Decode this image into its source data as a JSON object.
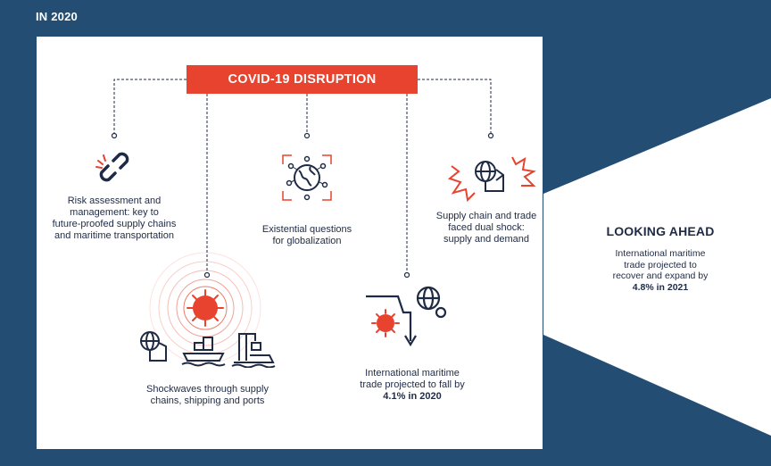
{
  "header": {
    "label": "IN 2020"
  },
  "banner": {
    "title": "COVID-19 DISRUPTION"
  },
  "items": [
    {
      "text_lines": [
        "Risk assessment and",
        "management: key to",
        "future-proofed supply chains",
        "and maritime transportation"
      ],
      "icon": "broken-chain-icon"
    },
    {
      "text_lines": [
        "Existential questions",
        "for globalization"
      ],
      "icon": "globe-network-icon"
    },
    {
      "text_lines": [
        "Supply chain and trade",
        "faced dual shock:",
        "supply and demand"
      ],
      "icon": "globe-box-burst-icon"
    },
    {
      "text_lines": [
        "Shockwaves through supply",
        "chains, shipping and ports"
      ],
      "icon": "virus-shockwave-icon"
    },
    {
      "text_lines": [
        "International maritime",
        "trade projected to fall by"
      ],
      "bold": "4.1% in 2020",
      "icon": "virus-falling-arrow-icon"
    }
  ],
  "looking_ahead": {
    "title": "LOOKING AHEAD",
    "text_lines": [
      "International maritime",
      "trade projected to",
      "recover and expand by"
    ],
    "bold": "4.8% in 2021"
  },
  "colors": {
    "background": "#244d73",
    "accent": "#e8432e",
    "text": "#1f2a44",
    "panel": "#ffffff"
  }
}
